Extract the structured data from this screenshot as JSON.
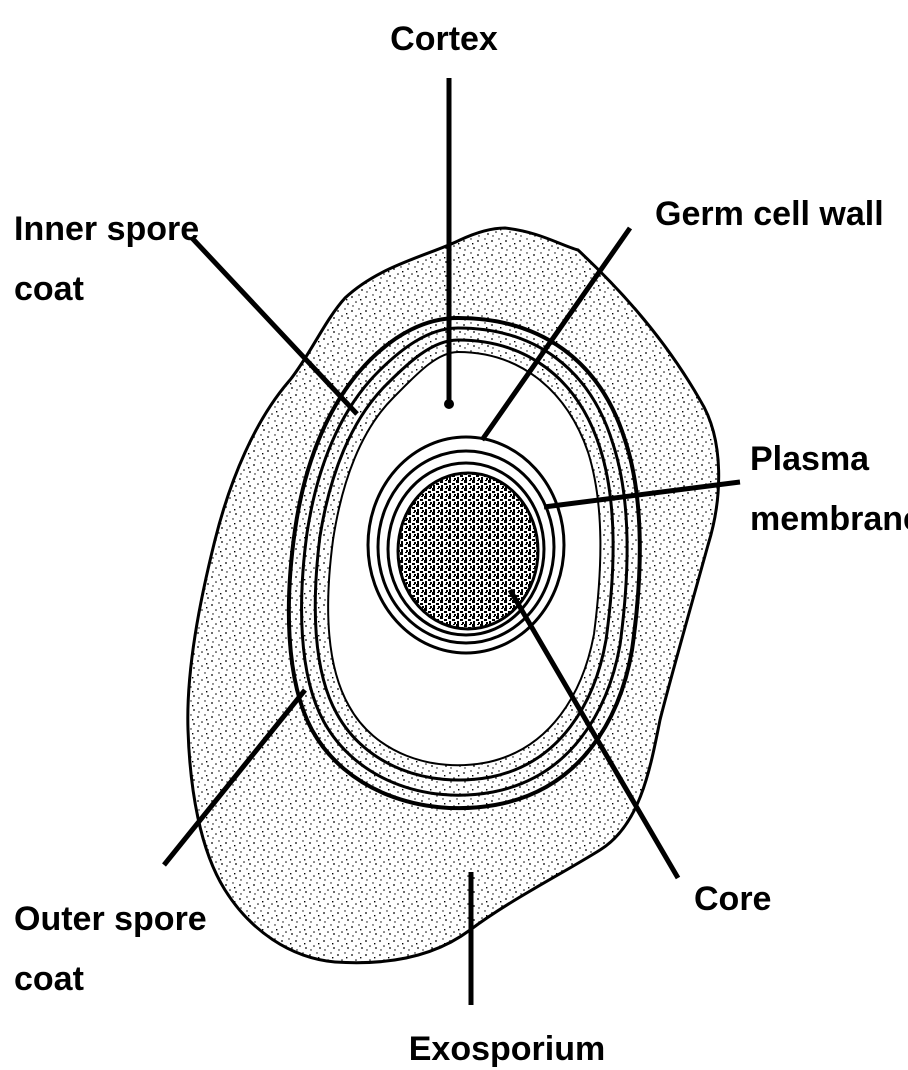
{
  "labels": {
    "cortex": "Cortex",
    "germ_cell_wall": "Germ cell wall",
    "inner_spore_coat_line1": "Inner spore",
    "inner_spore_coat_line2": "coat",
    "plasma_membrane_line1": "Plasma",
    "plasma_membrane_line2": "membrane",
    "outer_spore_coat_line1": "Outer spore",
    "outer_spore_coat_line2": "coat",
    "core": "Core",
    "exosporium": "Exosporium"
  },
  "colors": {
    "ink": "#000000",
    "background": "#ffffff"
  }
}
